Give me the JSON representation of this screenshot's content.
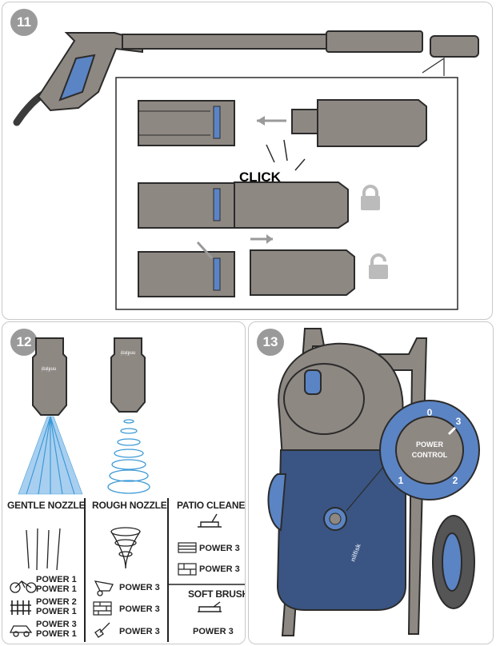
{
  "steps": {
    "s11": "11",
    "s12": "12",
    "s13": "13"
  },
  "click_text": "CLICK",
  "nozzle_brand_gentle": "ᴉʇsᴉlɟᴉuu",
  "nozzle_brand_rough": "ᴉʇsᴉlɟᴉuu",
  "columns": {
    "gentle": {
      "title": "GENTLE NOZZLE",
      "rows": [
        {
          "icon": "bicycle-icon",
          "lines": [
            "POWER 1",
            "POWER 1"
          ]
        },
        {
          "icon": "fence-icon",
          "lines": [
            "POWER 2",
            "POWER 1"
          ]
        },
        {
          "icon": "car-icon",
          "lines": [
            "POWER 3",
            "POWER 1"
          ]
        }
      ]
    },
    "rough": {
      "title": "ROUGH NOZZLE",
      "rows": [
        {
          "icon": "wheelbarrow-icon",
          "label": "POWER 3"
        },
        {
          "icon": "brick-wall-icon",
          "label": "POWER 3"
        },
        {
          "icon": "shovel-icon",
          "label": "POWER 3"
        }
      ]
    },
    "patio": {
      "title": "PATIO CLEANER",
      "rows": [
        {
          "icon": "decking-icon",
          "label": "POWER 3"
        },
        {
          "icon": "paving-icon",
          "label": "POWER 3"
        }
      ]
    },
    "soft_brush": {
      "title": "SOFT BRUSH",
      "rows": [
        {
          "icon": "brush-icon",
          "label": "POWER 3"
        }
      ]
    }
  },
  "power_control": {
    "line1": "POWER",
    "line2": "CONTROL",
    "marks": [
      "0",
      "1",
      "2",
      "3"
    ]
  },
  "machine_brand": "nilfisk",
  "colors": {
    "blue": "#5b84c4",
    "gray": "#8e8883",
    "dark_blue": "#3a5583"
  }
}
